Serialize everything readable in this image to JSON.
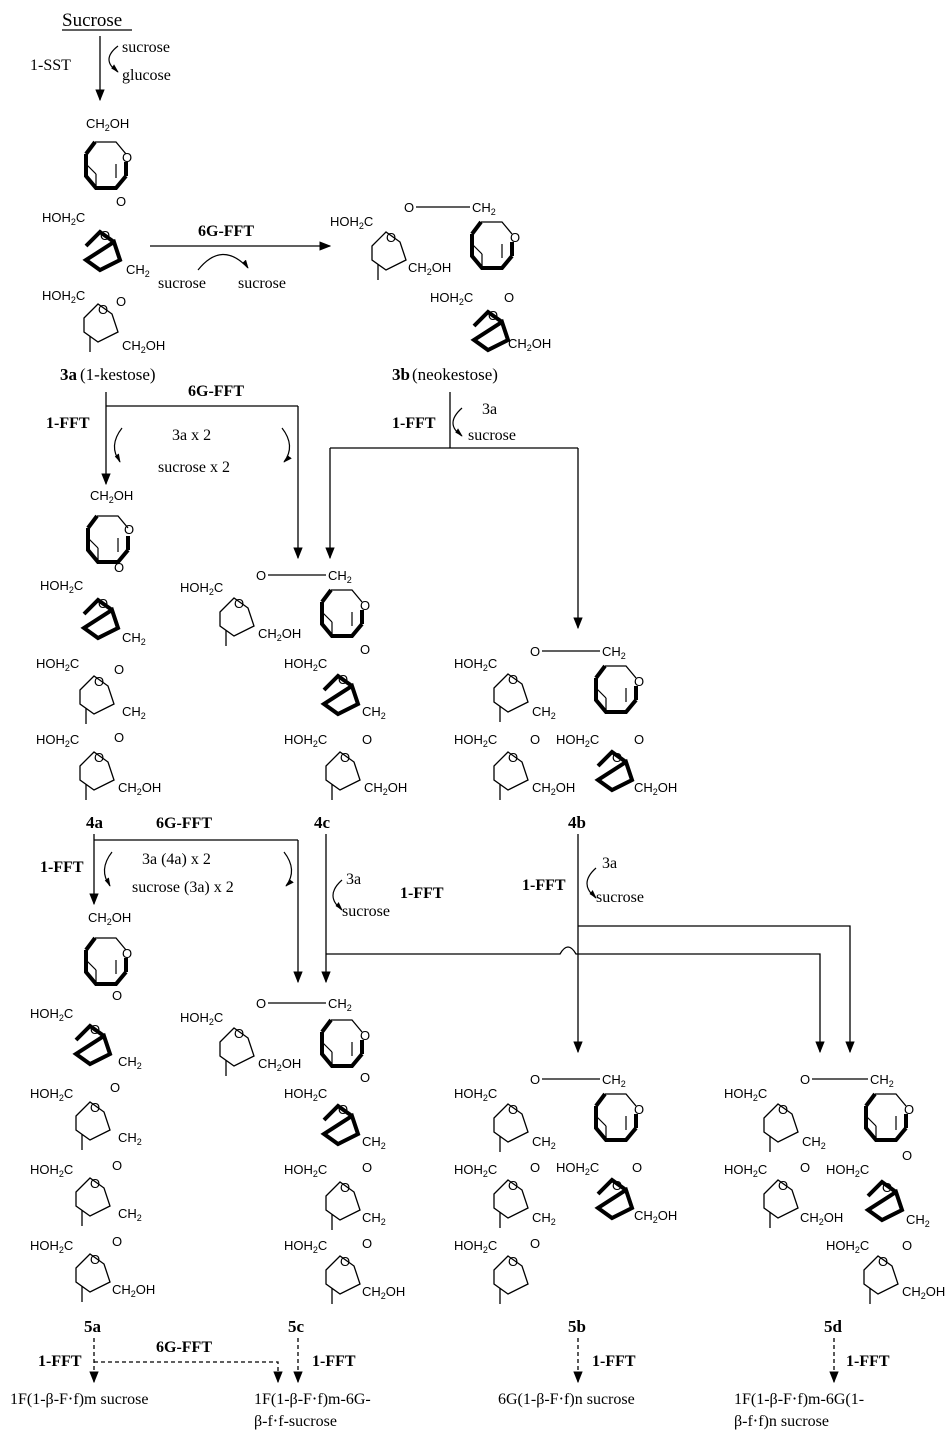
{
  "labels": {
    "sucrose_top": "Sucrose",
    "sst": "1-SST",
    "sst_in": "sucrose",
    "sst_out": "glucose",
    "ffa_6g": "6G-FFT",
    "suc_in": "sucrose",
    "suc_out": "sucrose",
    "c3a": "3a",
    "c3a_name": "(1-kestose)",
    "c3b": "3b",
    "c3b_name": "(neokestose)",
    "fft1": "1-FFT",
    "x2_a": "3a x 2",
    "x2_b": "sucrose x 2",
    "in_3a": "3a",
    "out_sucrose": "sucrose",
    "c4a": "4a",
    "c4b": "4b",
    "c4c": "4c",
    "x2_c": "3a (4a) x 2",
    "x2_d": "sucrose (3a) x 2",
    "c5a": "5a",
    "c5b": "5b",
    "c5c": "5c",
    "c5d": "5d",
    "ch2oh": "CH2OH",
    "hoh2c": "HOH2C",
    "o": "O",
    "ch2": "CH2"
  },
  "products": {
    "p5a": "1F(1-β-F⋅f)m sucrose",
    "p5c_1": "1F(1-β-F⋅f)m-6G-",
    "p5c_2": "β-f⋅f-sucrose",
    "p5b": "6G(1-β-F⋅f)n sucrose",
    "p5d_1": "1F(1-β-F⋅f)m-6G(1-",
    "p5d_2": "β-f⋅f)n sucrose"
  }
}
